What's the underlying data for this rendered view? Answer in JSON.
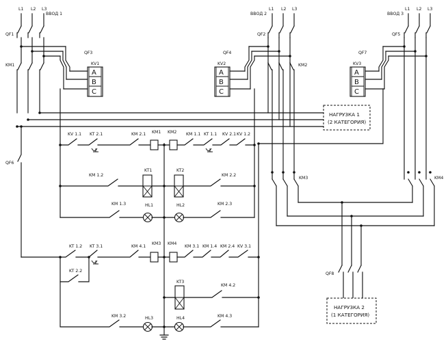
{
  "inputs": [
    {
      "label": "ВВОД 1",
      "phases": [
        "L1",
        "L2",
        "L3"
      ]
    },
    {
      "label": "ВВОД 2",
      "phases": [
        "L1",
        "L2",
        "L3"
      ]
    },
    {
      "label": "ВВОД 3",
      "phases": [
        "L1",
        "L2",
        "L3"
      ]
    }
  ],
  "breakers": {
    "qf1": "QF1",
    "qf2": "QF2",
    "qf3": "QF3",
    "qf4": "QF4",
    "qf5": "QF5",
    "qf6": "QF6",
    "qf7": "QF7",
    "qf8": "QF8"
  },
  "contactors": {
    "km1": "KM1",
    "km2": "KM2",
    "km3": "KM3",
    "km4": "KM4"
  },
  "voltage_relays": [
    {
      "label": "KV1",
      "terminals": [
        "A",
        "B",
        "C"
      ]
    },
    {
      "label": "KV2",
      "terminals": [
        "A",
        "B",
        "C"
      ]
    },
    {
      "label": "KV3",
      "terminals": [
        "A",
        "B",
        "C"
      ]
    }
  ],
  "loads": {
    "load1": {
      "line1": "НАГРУЗКА 1",
      "line2": "(2 КАТЕГОРИЯ)"
    },
    "load2": {
      "line1": "НАГРУЗКА 2",
      "line2": "(1 КАТЕГОРИЯ)"
    }
  },
  "control": {
    "row1": {
      "kv11": "KV 1.1",
      "kt21": "KT 2.1",
      "km21": "KM 2.1",
      "km1": "KM1",
      "km2": "KM2",
      "km11": "KM 1.1",
      "kt11": "KT 1.1",
      "kv21": "KV 2.1",
      "kv12": "KV 1.2"
    },
    "row2": {
      "km12": "KM 1.2",
      "kt1": "KT1",
      "kt2": "KT2",
      "km22": "KM 2.2"
    },
    "row3": {
      "km13": "KM 1.3",
      "hl1": "HL1",
      "hl2": "HL2",
      "km23": "KM 2.3"
    },
    "row4": {
      "kt12": "KT 1.2",
      "kt31": "KT 3.1",
      "km41": "KM 4.1",
      "km3": "KM3",
      "km4": "KM4",
      "km31": "KM 3.1",
      "km14": "KM 1.4",
      "km24": "KM 2.4",
      "kv31": "KV 3.1"
    },
    "row5": {
      "kt22": "KT 2.2",
      "kt3": "KT3",
      "km42": "KM 4.2"
    },
    "row6": {
      "km32": "KM 3.2",
      "hl3": "HL3",
      "hl4": "HL4",
      "km43": "KM 4.3"
    }
  }
}
